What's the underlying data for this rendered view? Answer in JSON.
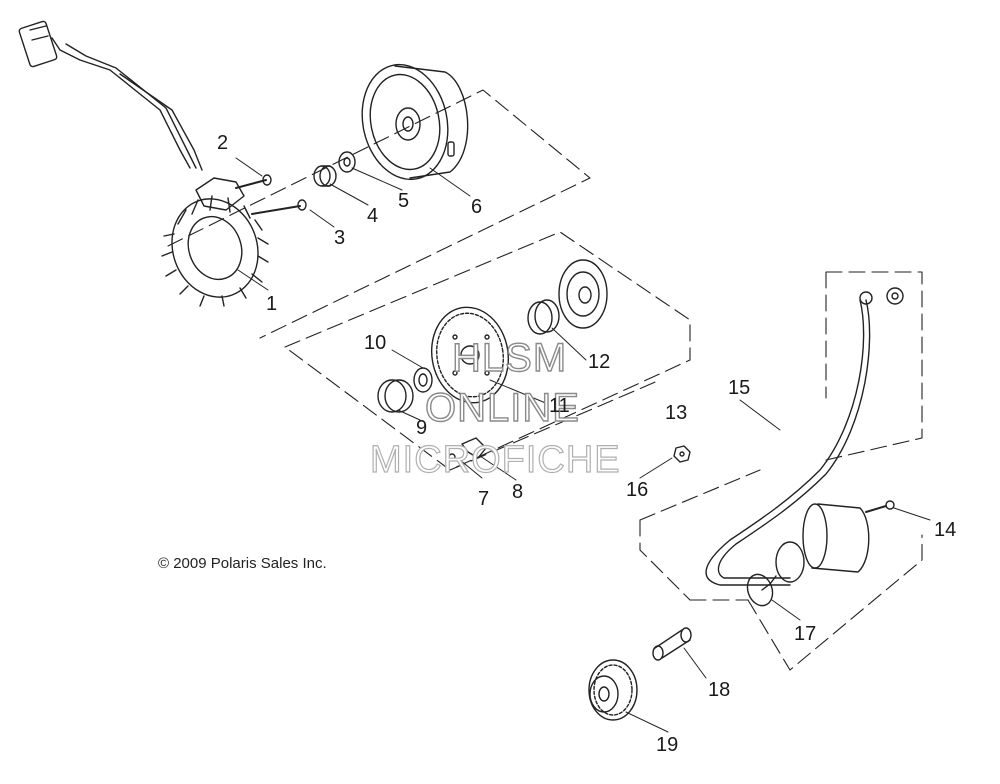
{
  "diagram": {
    "copyright": "© 2009 Polaris Sales Inc.",
    "watermark": [
      "HLSM",
      "ONLINE",
      "MICROFICHE"
    ],
    "callouts": [
      "1",
      "2",
      "3",
      "4",
      "5",
      "6",
      "7",
      "8",
      "9",
      "10",
      "11",
      "12",
      "13",
      "14",
      "15",
      "16",
      "17",
      "18",
      "19"
    ],
    "colors": {
      "line": "#222222",
      "paper": "#ffffff",
      "watermark_outline": "#8a8a8a"
    }
  }
}
